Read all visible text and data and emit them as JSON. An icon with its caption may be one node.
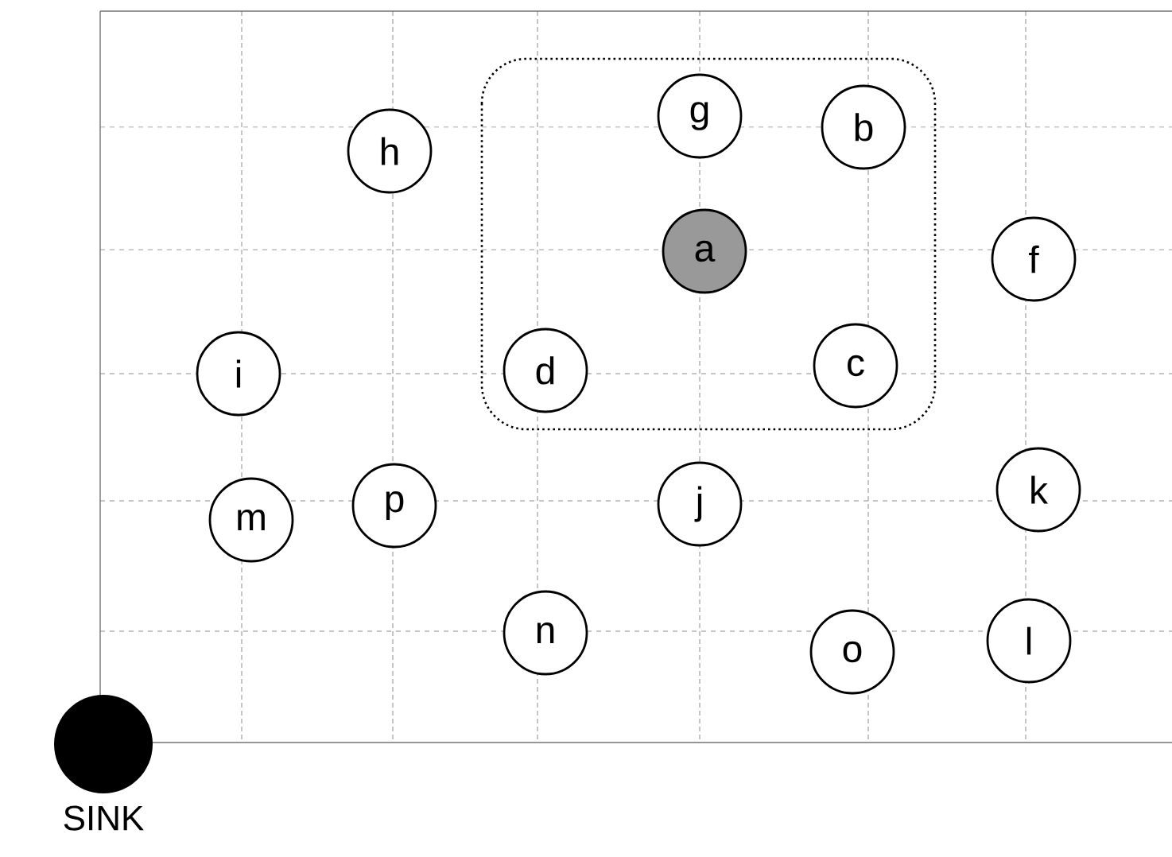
{
  "diagram": {
    "nodes": [
      {
        "text": [
          "h"
        ]
      },
      {
        "text": [
          "g"
        ]
      },
      {
        "text": [
          "b"
        ]
      },
      {
        "text": [
          "a"
        ]
      },
      {
        "text": [
          "f"
        ]
      },
      {
        "text": [
          "i"
        ]
      },
      {
        "text": [
          "d"
        ]
      },
      {
        "text": [
          "c"
        ]
      },
      {
        "text": [
          "m"
        ]
      },
      {
        "text": [
          "p"
        ]
      },
      {
        "text": [
          "j"
        ]
      },
      {
        "text": [
          "k"
        ]
      },
      {
        "text": [
          "n"
        ]
      },
      {
        "text": [
          "o"
        ]
      },
      {
        "text": [
          "l"
        ]
      },
      {
        "text": [
          "SINK"
        ]
      }
    ]
  }
}
